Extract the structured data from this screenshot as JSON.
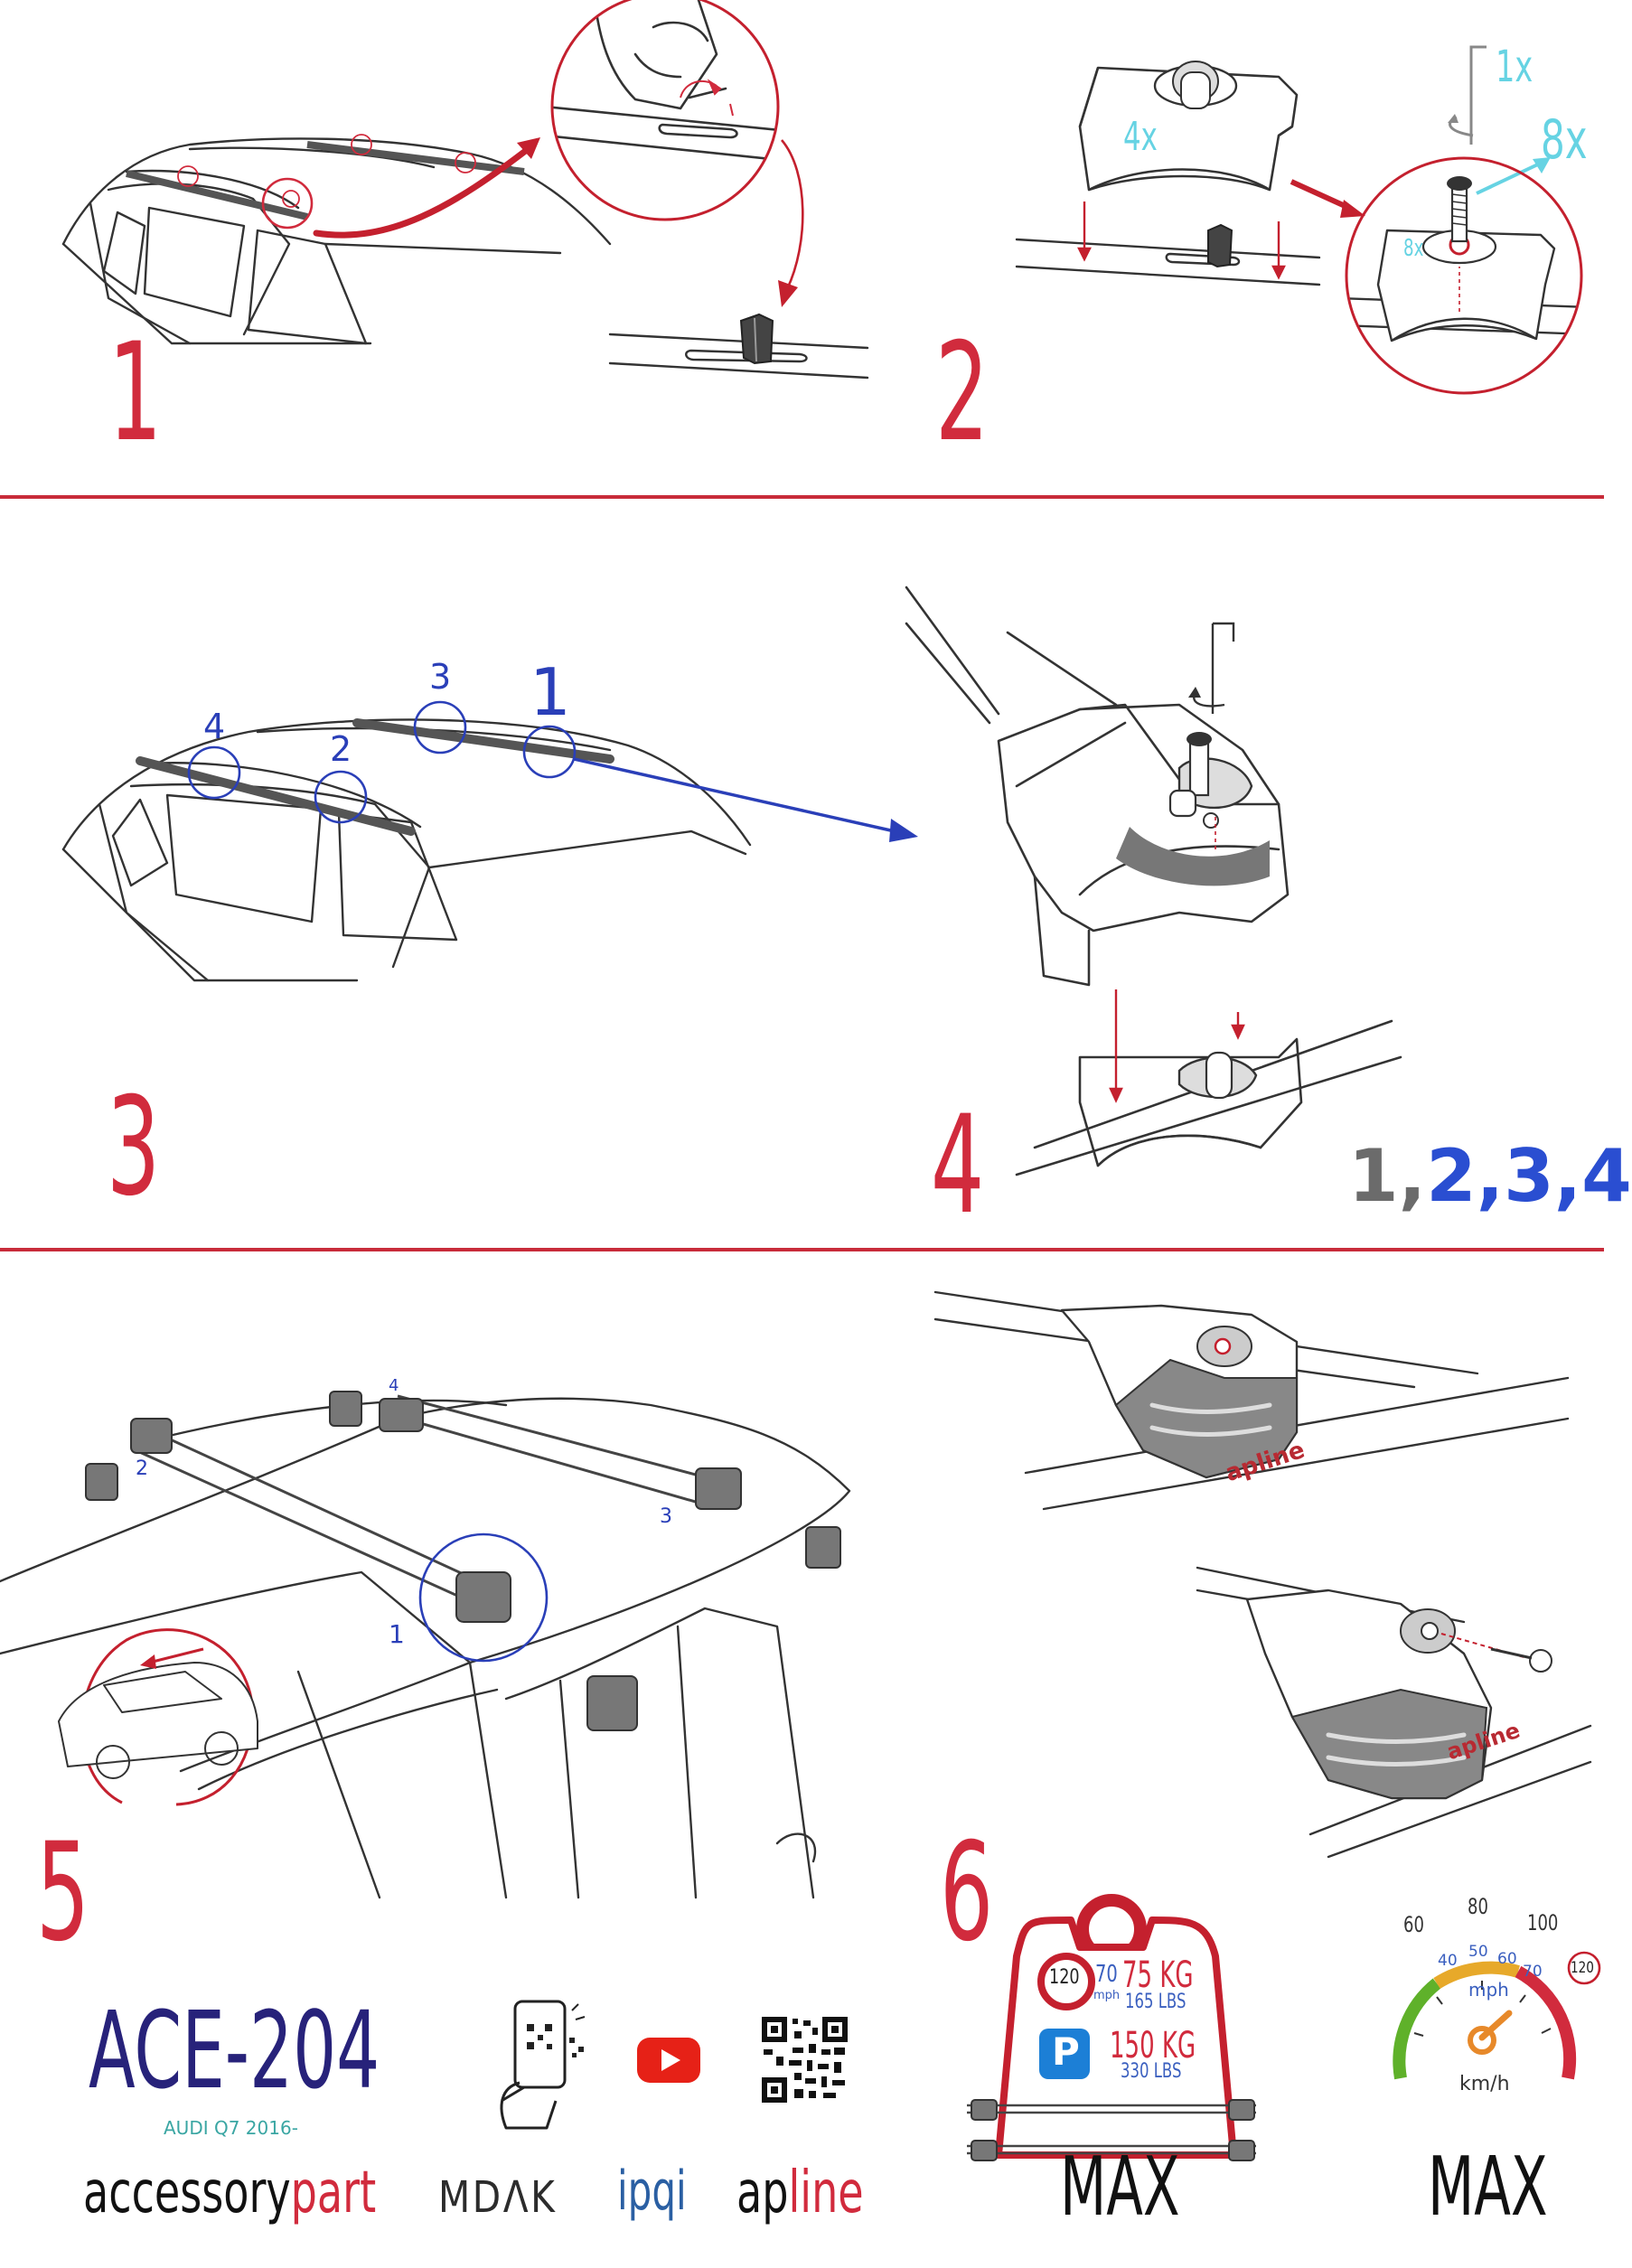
{
  "steps": {
    "s1": "1",
    "s2": "2",
    "s3": "3",
    "s4": "4",
    "s5": "5",
    "s6": "6"
  },
  "step2": {
    "qty_foot": "4x",
    "qty_key": "1x",
    "qty_bolt": "8x",
    "qty_washer": "8x"
  },
  "step3": {
    "pos1": "1",
    "pos2": "2",
    "pos3": "3",
    "pos4": "4"
  },
  "step4": {
    "sequence_gray": "1,",
    "sequence_blue": "2,3,4"
  },
  "step5": {
    "pos1": "1",
    "pos2": "2",
    "pos3": "3",
    "pos4": "4"
  },
  "step6": {
    "brand_mark": "apline"
  },
  "load": {
    "speed_limit": "120",
    "speed_value": "70",
    "speed_unit": "mph",
    "max_load_kg": "75 KG",
    "max_load_lbs": "165 LBS",
    "parked_icon": "P",
    "parked_kg": "150 KG",
    "parked_lbs": "330 LBS",
    "label": "MAX"
  },
  "speedometer": {
    "outer_ticks": [
      "60",
      "80",
      "100"
    ],
    "inner_ticks": [
      "40",
      "50",
      "60",
      "70"
    ],
    "inner_unit": "mph",
    "outer_unit": "km/h",
    "limit": "120",
    "label": "MAX"
  },
  "product": {
    "code": "ACE-204",
    "vehicle": "AUDI Q7 2016-"
  },
  "brands": {
    "accessory": "accessory",
    "part": "part",
    "mdak": "MDΛK",
    "ipqi": "ipqi",
    "ap": "ap",
    "line": "line"
  },
  "icons": {
    "scan": "phone-qr-scan-icon",
    "video": "youtube-icon",
    "qr": "qr-code-icon"
  },
  "colors": {
    "accent_red": "#d12b3d",
    "navy": "#27227a",
    "blue": "#2a4ed1",
    "gray": "#6b6b6b",
    "cyan": "#66d3e3",
    "teal": "#3aa6a3"
  }
}
